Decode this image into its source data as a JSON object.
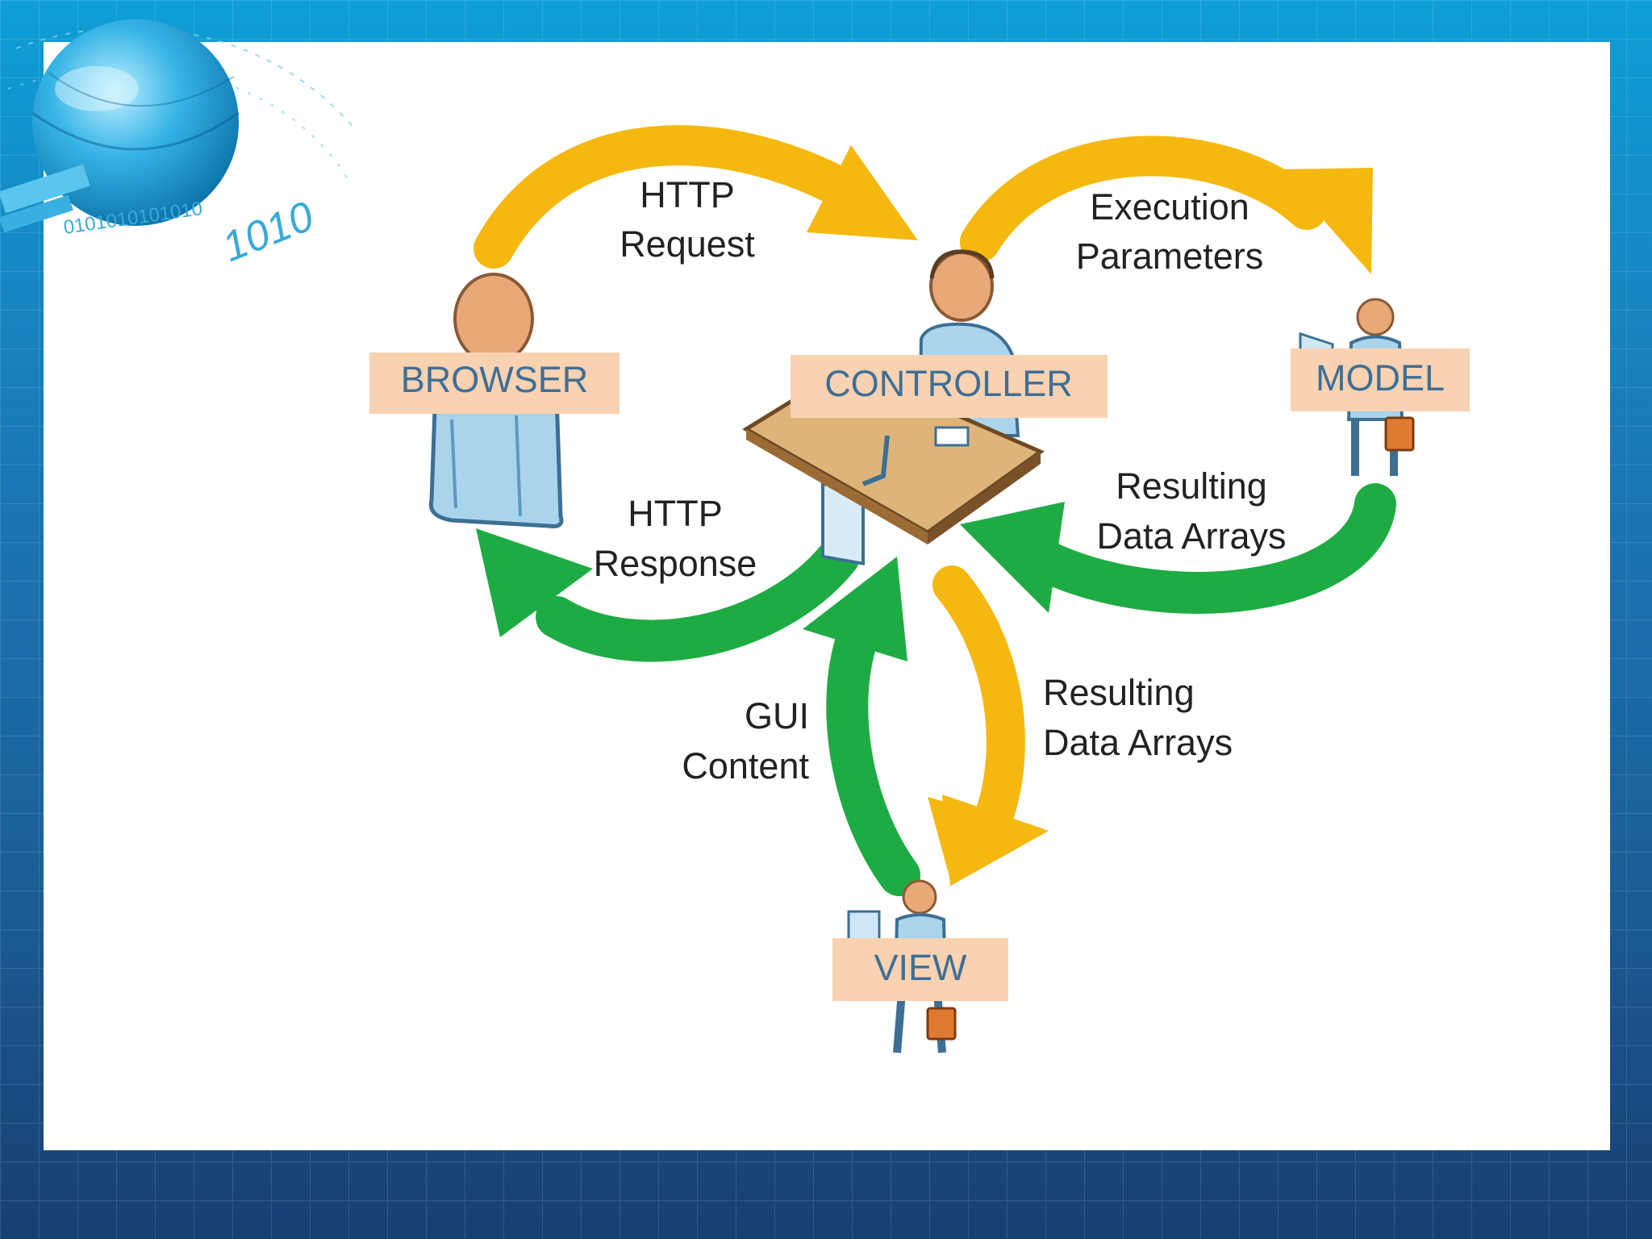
{
  "diagram": {
    "nodes": {
      "browser": "BROWSER",
      "controller": "CONTROLLER",
      "model": "MODEL",
      "view": "VIEW"
    },
    "flows": {
      "http_request": [
        "HTTP",
        "Request"
      ],
      "execution_parameters": [
        "Execution",
        "Parameters"
      ],
      "model_results": [
        "Resulting",
        "Data Arrays"
      ],
      "http_response": [
        "HTTP",
        "Response"
      ],
      "view_data": [
        "Resulting",
        "Data Arrays"
      ],
      "gui_content": [
        "GUI",
        "Content"
      ]
    },
    "colors": {
      "request_arrow": "#f5b80f",
      "response_arrow": "#1fab43",
      "label_box": "#f9d2b2",
      "label_text": "#3e6f96",
      "slide_background": "#1a6aa8",
      "panel": "#ffffff"
    }
  },
  "logo": {
    "binary_text": "0101010101010",
    "binary_large": "1010"
  }
}
